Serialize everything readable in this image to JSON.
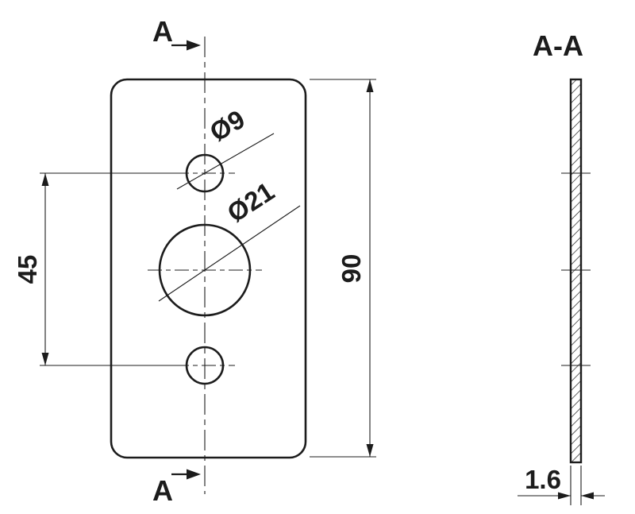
{
  "drawing": {
    "background_color": "#ffffff",
    "line_color": "#1c1c1c",
    "front_view": {
      "section_arrow_top_label": "A",
      "section_arrow_bottom_label": "A",
      "small_hole_diameter_label": "Ø9",
      "large_hole_diameter_label": "Ø21",
      "hole_spacing_dimension": "45",
      "plate_height_dimension": "90"
    },
    "section_view": {
      "title": "A-A",
      "thickness_dimension": "1.6"
    }
  }
}
